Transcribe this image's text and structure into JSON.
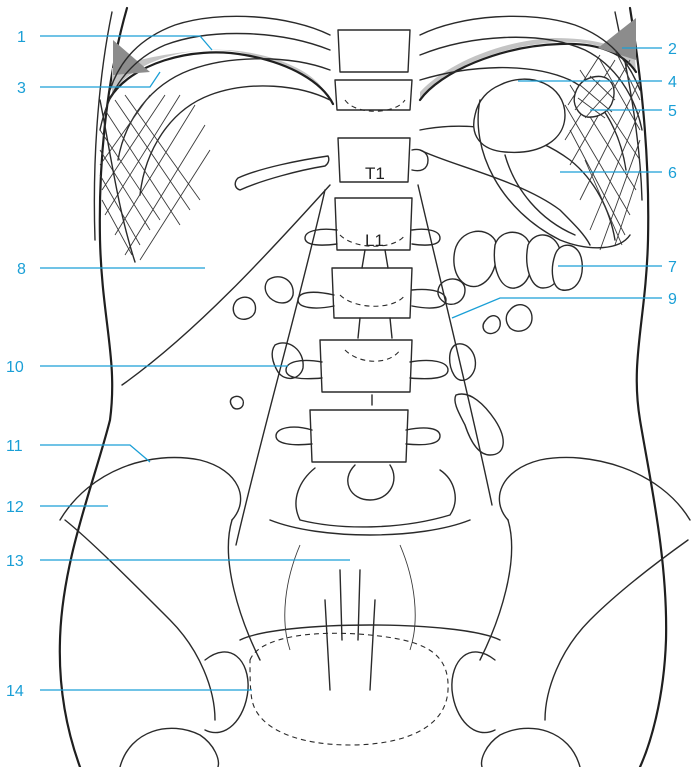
{
  "labels": [
    {
      "id": "1",
      "text": "1"
    },
    {
      "id": "2",
      "text": "2"
    },
    {
      "id": "3",
      "text": "3"
    },
    {
      "id": "4",
      "text": "4"
    },
    {
      "id": "5",
      "text": "5"
    },
    {
      "id": "6",
      "text": "6"
    },
    {
      "id": "7",
      "text": "7"
    },
    {
      "id": "8",
      "text": "8"
    },
    {
      "id": "9",
      "text": "9"
    },
    {
      "id": "10",
      "text": "10"
    },
    {
      "id": "11",
      "text": "11"
    },
    {
      "id": "12",
      "text": "12"
    },
    {
      "id": "13",
      "text": "13"
    },
    {
      "id": "14",
      "text": "14"
    }
  ],
  "vertebra_labels": {
    "t1": "T1",
    "l1": "L1"
  },
  "colors": {
    "label": "#1a9fd6",
    "ink": "#2a2a2a",
    "shade": "#bdbdbd"
  }
}
